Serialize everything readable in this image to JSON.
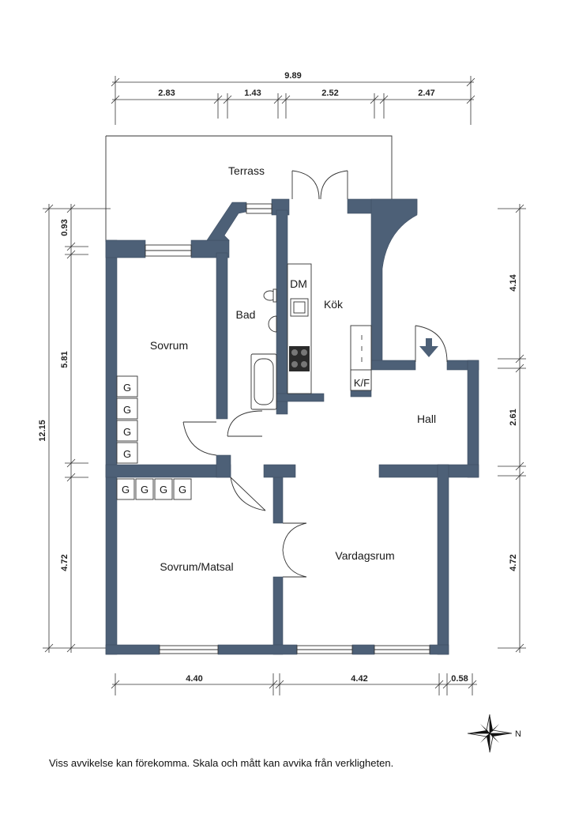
{
  "rooms": {
    "terrass": "Terrass",
    "bad": "Bad",
    "kok": "Kök",
    "dm": "DM",
    "sovrum": "Sovrum",
    "hall": "Hall",
    "kf": "K/F",
    "sovrum_matsal": "Sovrum/Matsal",
    "vardagsrum": "Vardagsrum"
  },
  "wardrobe_label": "G",
  "dimensions": {
    "top_total": "9.89",
    "top_segments": [
      "2.83",
      "1.43",
      "2.52",
      "2.47"
    ],
    "left_total": "12.15",
    "left_segments": [
      "0.93",
      "5.81",
      "4.72"
    ],
    "right_segments": [
      "4.14",
      "2.61",
      "4.72"
    ],
    "bottom_segments": [
      "4.40",
      "4.42",
      "0.58"
    ]
  },
  "compass": {
    "north_label": "N"
  },
  "disclaimer": "Viss avvikelse kan förekomma. Skala och mått kan avvika från verkligheten.",
  "colors": {
    "wall": "#4d6077"
  }
}
